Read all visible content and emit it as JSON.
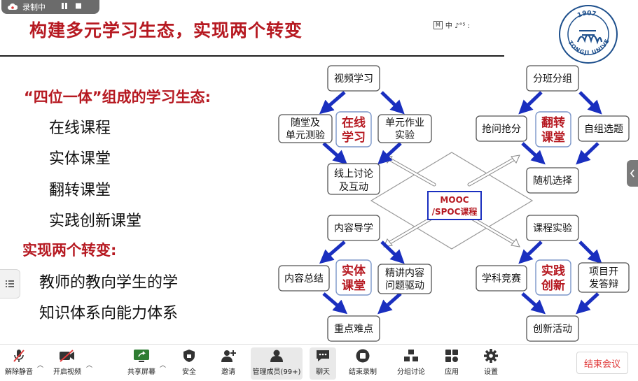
{
  "recording": {
    "label": "录制中"
  },
  "ime": {
    "box": "M",
    "label": "中 ♪°⁵ :"
  },
  "slide": {
    "title": "构建多元学习生态，实现两个转变",
    "eco_heading": "“四位一体”组成的学习生态:",
    "eco_items": [
      "在线课程",
      "实体课堂",
      "翻转课堂",
      "实践创新课堂"
    ],
    "change_heading": "实现两个转变:",
    "change_items": [
      "教师的教向学生的学",
      "知识体系向能力体系"
    ]
  },
  "logo": {
    "year": "1907",
    "text": "TONGJI UNIVERSITY"
  },
  "diagram": {
    "center": [
      "MOOC",
      "/SPOC课程"
    ],
    "online": {
      "core": [
        "在线",
        "学习"
      ],
      "top": "视频学习",
      "left": [
        "随堂及",
        "单元测验"
      ],
      "right": [
        "单元作业",
        "实验"
      ],
      "bottom": [
        "线上讨论",
        "及互动"
      ]
    },
    "flipped": {
      "core": [
        "翻转",
        "课堂"
      ],
      "top": "分班分组",
      "left": "抢问抢分",
      "right": "自组选题",
      "bottom": "随机选择"
    },
    "physical": {
      "core": [
        "实体",
        "课堂"
      ],
      "top": "内容导学",
      "left": "内容总结",
      "right": [
        "精讲内容",
        "问题驱动"
      ],
      "bottom": "重点难点"
    },
    "practice": {
      "core": [
        "实践",
        "创新"
      ],
      "top": "课程实验",
      "left": "学科竞赛",
      "right": [
        "项目开",
        "发答辩"
      ],
      "bottom": "创新活动"
    }
  },
  "toolbar": {
    "mute": "解除静音",
    "video": "开启视频",
    "share": "共享屏幕",
    "security": "安全",
    "invite": "邀请",
    "participants": "管理成员(99+)",
    "chat": "聊天",
    "record": "结束录制",
    "breakout": "分组讨论",
    "apps": "应用",
    "settings": "设置",
    "end": "结束会议"
  },
  "colors": {
    "title_red": "#b61921",
    "arrow_blue": "#1a2fbf",
    "end_red": "#e03b3b"
  }
}
